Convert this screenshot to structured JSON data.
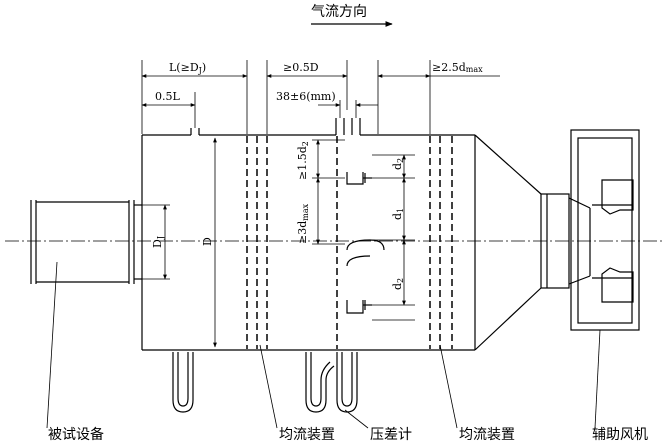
{
  "title": "气流方向",
  "labels": {
    "tested_equipment": "被试设备",
    "flow_straightener_1": "均流装置",
    "manometer": "压差计",
    "flow_straightener_2": "均流装置",
    "aux_fan": "辅助风机"
  },
  "dims": {
    "L": "L(≥D",
    "L_sub": "J",
    "L_close": ")",
    "half_L": "0.5L",
    "half_D": "≥0.5D",
    "tap": "38±6(mm)",
    "d_max": "≥2.5d",
    "d_max_sub": "max",
    "D_J": "D",
    "D_J_sub": "J",
    "D": "D",
    "d2_1": "d",
    "d2_1_sub": "2",
    "d1": "d",
    "d1_sub": "1",
    "d2_2": "d",
    "d2_2_sub": "2",
    "v15": "≥1.5d",
    "v15_sub": "2",
    "v3": "≥3d",
    "v3_sub": "max"
  }
}
